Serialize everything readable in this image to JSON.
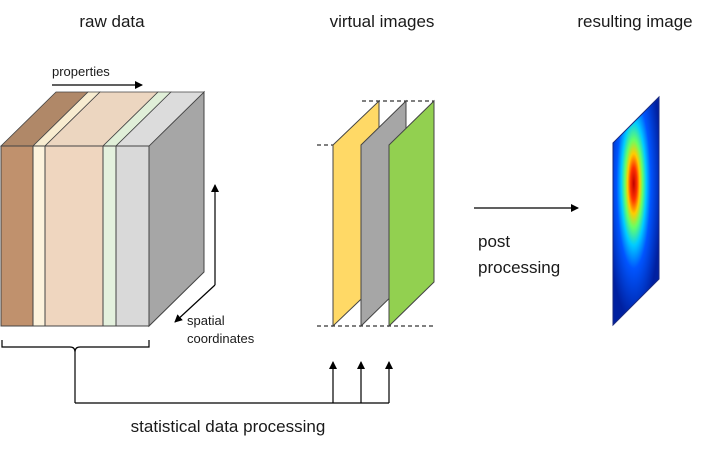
{
  "headings": {
    "raw_data": "raw data",
    "virtual_images": "virtual images",
    "resulting_image": "resulting image"
  },
  "labels": {
    "properties": "properties",
    "spatial": "spatial",
    "coordinates": "coordinates",
    "post": "post",
    "processing": "processing",
    "statistical": "statistical data processing"
  },
  "colors": {
    "brown": "#c0916d",
    "cream": "#fdf3dd",
    "peach": "#efd6bf",
    "mint": "#e4f1de",
    "lightgray": "#d9d9d9",
    "sidegray": "#a6a6a6",
    "yellow": "#ffd966",
    "gray": "#a6a6a6",
    "green": "#92d050",
    "heatmap_bg": "#0033cc"
  }
}
